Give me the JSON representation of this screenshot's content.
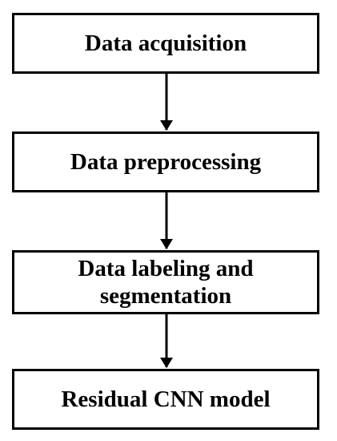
{
  "flowchart": {
    "steps": [
      {
        "label": "Data acquisition"
      },
      {
        "label": "Data preprocessing"
      },
      {
        "label": "Data labeling and segmentation"
      },
      {
        "label": "Residual CNN model"
      }
    ]
  },
  "colors": {
    "stroke": "#000000",
    "fill": "#ffffff",
    "text": "#000000"
  }
}
